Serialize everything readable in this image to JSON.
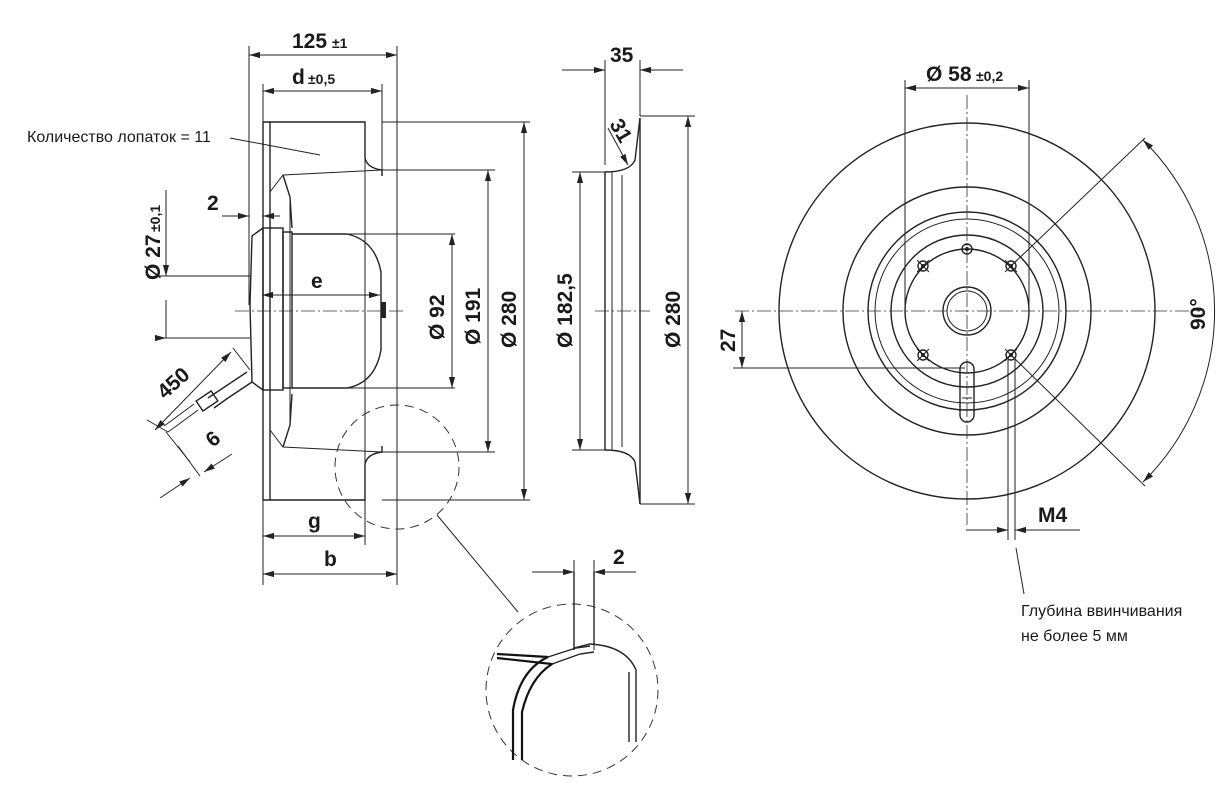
{
  "side_view": {
    "overall_width": "125",
    "overall_width_tol": "±1",
    "dim_d": "d",
    "dim_d_tol": "±0,5",
    "blade_note": "Количество лопаток = 11",
    "dim_2": "2",
    "hub_diameter": "Ø 27",
    "hub_diameter_tol": "±0,1",
    "dim_e": "e",
    "motor_diameter": "Ø 92",
    "inlet_diameter": "Ø 191",
    "outer_diameter": "Ø 280",
    "cable_length": "450",
    "cable_dim": "6",
    "dim_g": "g",
    "dim_b": "b"
  },
  "section_view": {
    "height": "35",
    "radius": "31",
    "inner_diameter": "Ø 182,5",
    "outer_diameter": "Ø 280"
  },
  "detail_view": {
    "thickness": "2"
  },
  "front_view": {
    "bolt_circle": "Ø 58",
    "bolt_circle_tol": "±0,2",
    "offset": "27",
    "angle": "90°",
    "thread": "M4",
    "depth_note_line1": "Глубина ввинчивания",
    "depth_note_line2": "не более 5 мм"
  }
}
